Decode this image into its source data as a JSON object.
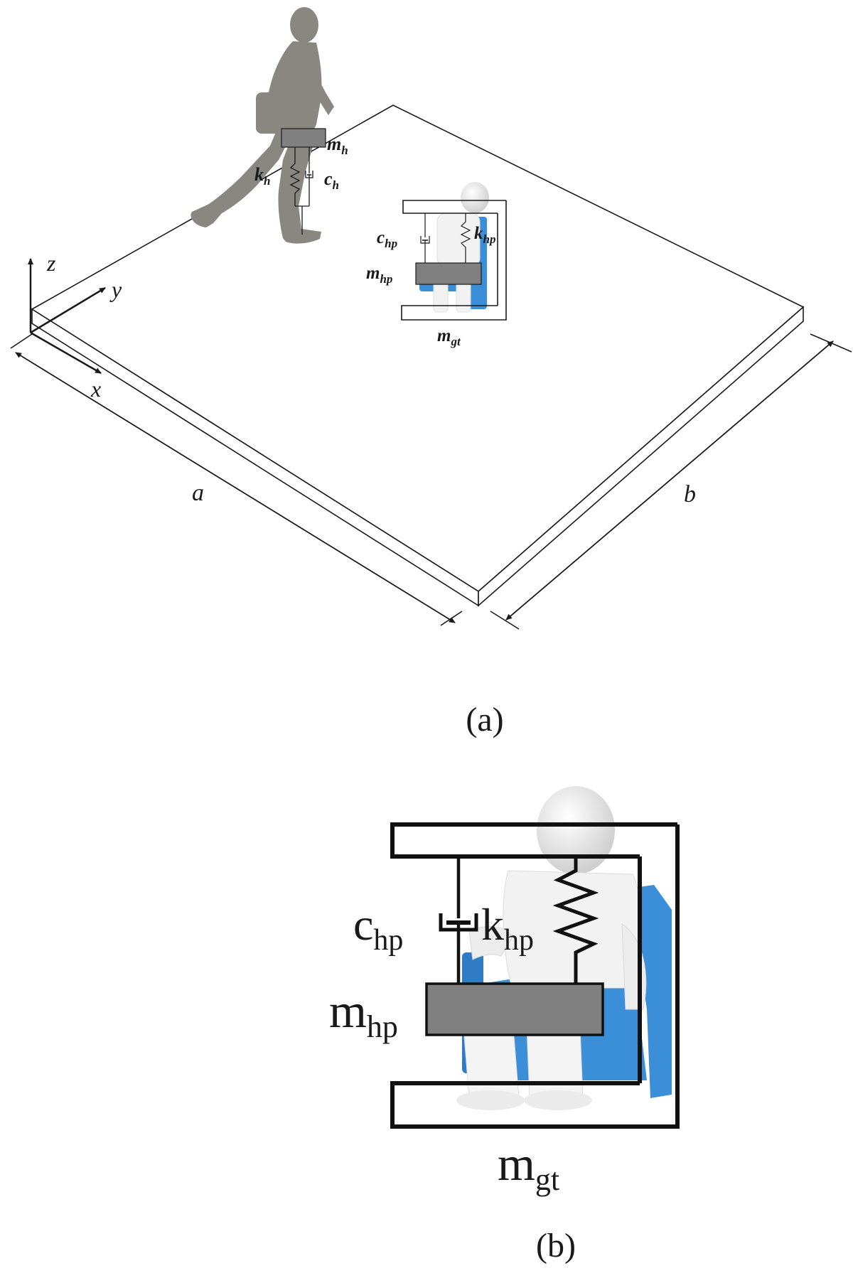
{
  "figure": {
    "panel_a": {
      "caption": "(a)",
      "axes": {
        "z": "z",
        "y": "y",
        "x": "x"
      },
      "dimensions": {
        "a": "a",
        "b": "b"
      },
      "walker": {
        "mass": "m",
        "mass_sub": "h",
        "spring": "k",
        "spring_sub": "h",
        "damper": "c",
        "damper_sub": "h"
      },
      "sitter": {
        "damper": "c",
        "damper_sub": "hp",
        "spring": "k",
        "spring_sub": "hp",
        "mass": "m",
        "mass_sub": "hp",
        "ground_mass": "m",
        "ground_mass_sub": "gt"
      }
    },
    "panel_b": {
      "caption": "(b)",
      "damper": "c",
      "damper_sub": "hp",
      "spring": "k",
      "spring_sub": "hp",
      "mass": "m",
      "mass_sub": "hp",
      "ground_mass": "m",
      "ground_mass_sub": "gt"
    },
    "colors": {
      "walker_silhouette": "#8a8780",
      "mass_block": "#808080",
      "chair": "#3b8fd9",
      "figure_white": "#f2f2f2",
      "line": "#1a1a1a"
    }
  }
}
